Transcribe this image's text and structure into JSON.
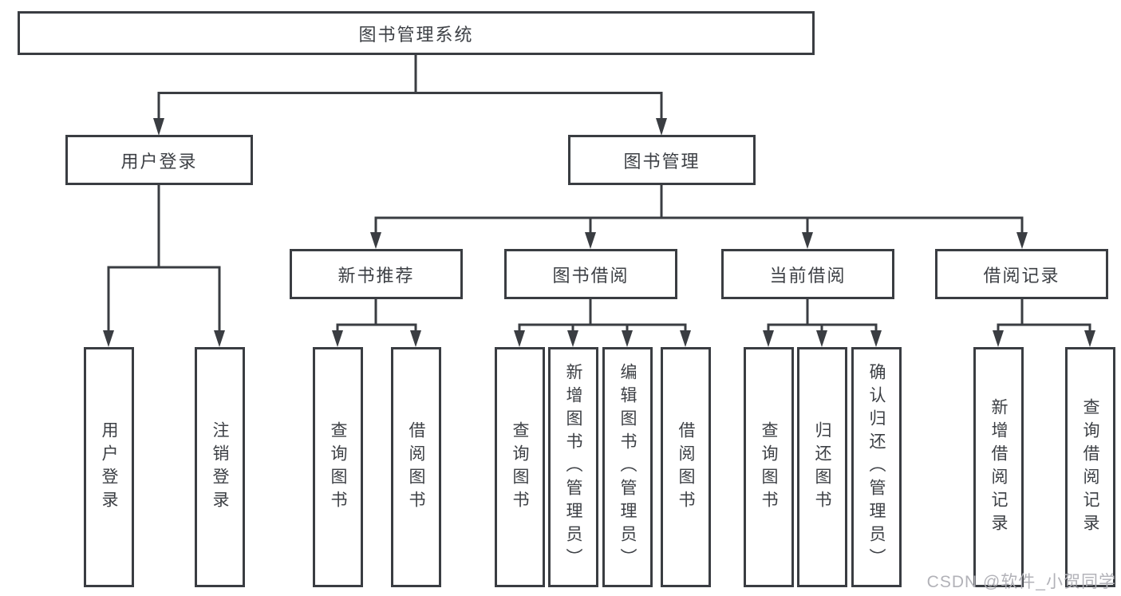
{
  "diagram": {
    "title_node": {
      "label": "图书管理系统"
    },
    "level2": [
      {
        "id": "user-login",
        "label": "用户登录"
      },
      {
        "id": "book-management",
        "label": "图书管理"
      }
    ],
    "level3": [
      {
        "id": "new-book-recommendation",
        "parent": "book-management",
        "label": "新书推荐"
      },
      {
        "id": "book-borrowing",
        "parent": "book-management",
        "label": "图书借阅"
      },
      {
        "id": "current-borrowing",
        "parent": "book-management",
        "label": "当前借阅"
      },
      {
        "id": "borrowing-records",
        "parent": "book-management",
        "label": "借阅记录"
      }
    ],
    "leaves": [
      {
        "parent": "user-login",
        "label": "用户登录"
      },
      {
        "parent": "user-login",
        "label": "注销登录"
      },
      {
        "parent": "new-book-recommendation",
        "label": "查询图书"
      },
      {
        "parent": "new-book-recommendation",
        "label": "借阅图书"
      },
      {
        "parent": "book-borrowing",
        "label": "查询图书"
      },
      {
        "parent": "book-borrowing",
        "label": "新增图书（管理员）"
      },
      {
        "parent": "book-borrowing",
        "label": "编辑图书（管理员）"
      },
      {
        "parent": "book-borrowing",
        "label": "借阅图书"
      },
      {
        "parent": "current-borrowing",
        "label": "查询图书"
      },
      {
        "parent": "current-borrowing",
        "label": "归还图书"
      },
      {
        "parent": "current-borrowing",
        "label": "确认归还（管理员）"
      },
      {
        "parent": "borrowing-records",
        "label": "新增借阅记录"
      },
      {
        "parent": "borrowing-records",
        "label": "查询借阅记录"
      }
    ]
  },
  "watermark": {
    "text": "CSDN @软件_小贺同学"
  },
  "colors": {
    "line": "#3a3d42",
    "text": "#3d4045",
    "watermark": "#b2b2b8",
    "background": "#ffffff"
  }
}
